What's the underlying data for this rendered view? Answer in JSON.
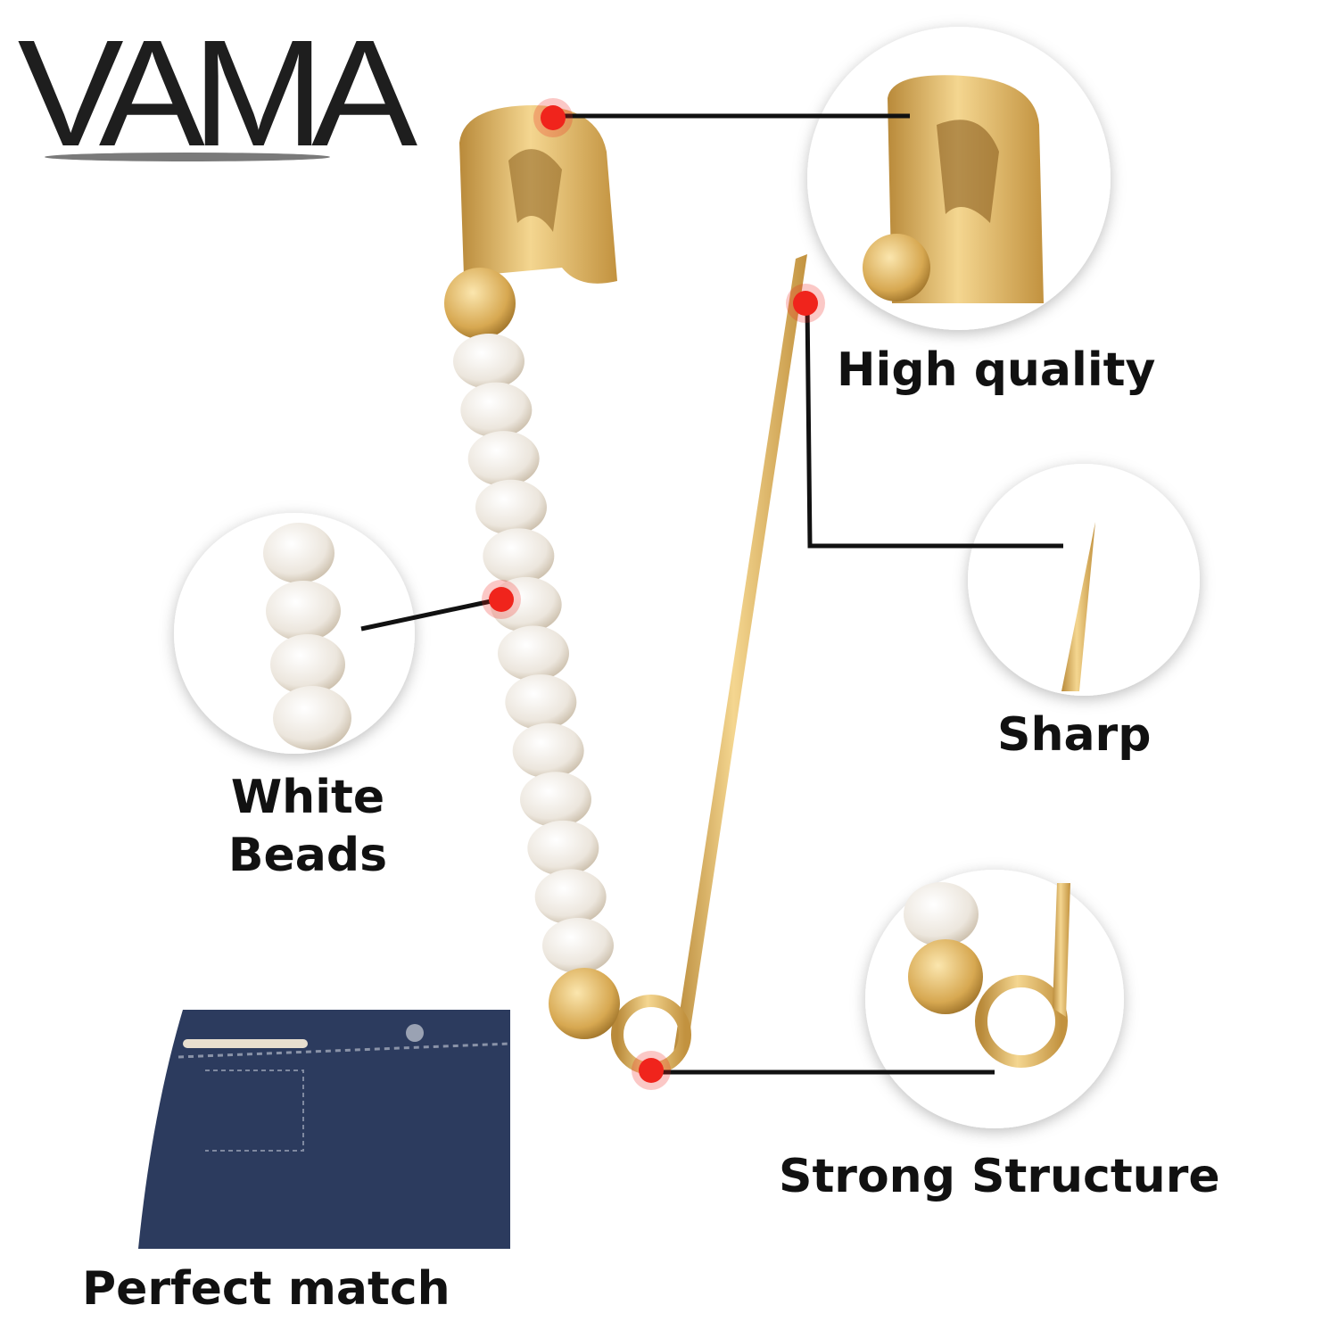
{
  "brand": {
    "logo_text": "VAMA"
  },
  "features": {
    "top_clasp": "High quality",
    "tip": "Sharp",
    "beads": [
      "White",
      "Beads"
    ],
    "loop": "Strong Structure",
    "usage": "Perfect match"
  },
  "colors": {
    "gold": "#d9ad5c",
    "pearl": "#efeae4",
    "marker": "#f0241d",
    "denim": "#2c3b5e",
    "line": "#111111"
  }
}
